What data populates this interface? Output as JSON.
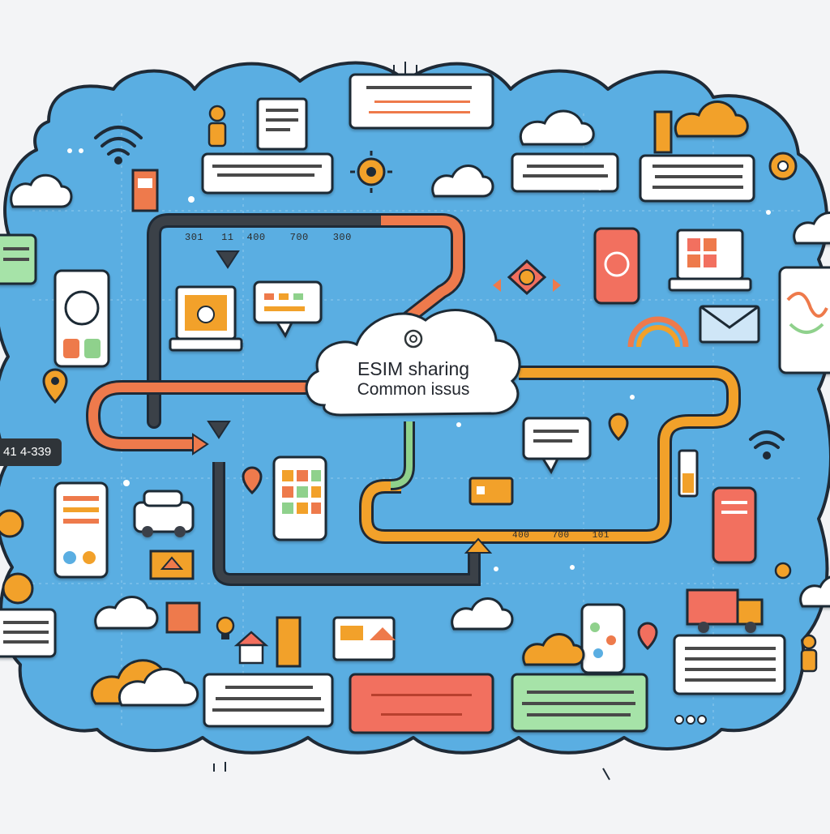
{
  "hub": {
    "title_line1": "ESIM sharing",
    "title_line2": "Common issus"
  },
  "counter_label": "41 4-339",
  "top_path_ticks": [
    "301",
    "11",
    "400",
    "700",
    "300"
  ],
  "bottom_path_ticks": [
    "400",
    "700",
    "101"
  ],
  "colors": {
    "background": "#f3f4f6",
    "map_blue": "#5aaee2",
    "map_outline": "#1f2a36",
    "path_dark": "#3b4148",
    "path_orange": "#ee7a4c",
    "path_amber": "#f2a12a",
    "path_green": "#8fd18c",
    "callout_red": "#f26f5e",
    "callout_green": "#a6e3a8",
    "icon_orange": "#f6a623"
  },
  "icons": [
    "wifi-icon",
    "cloud-icon",
    "person-icon",
    "document-icon",
    "gear-icon",
    "smartphone-icon",
    "laptop-icon",
    "map-pin-icon",
    "car-icon",
    "truck-icon",
    "envelope-icon",
    "chat-bubble-icon",
    "rainbow-icon",
    "house-icon",
    "lightbulb-icon"
  ]
}
